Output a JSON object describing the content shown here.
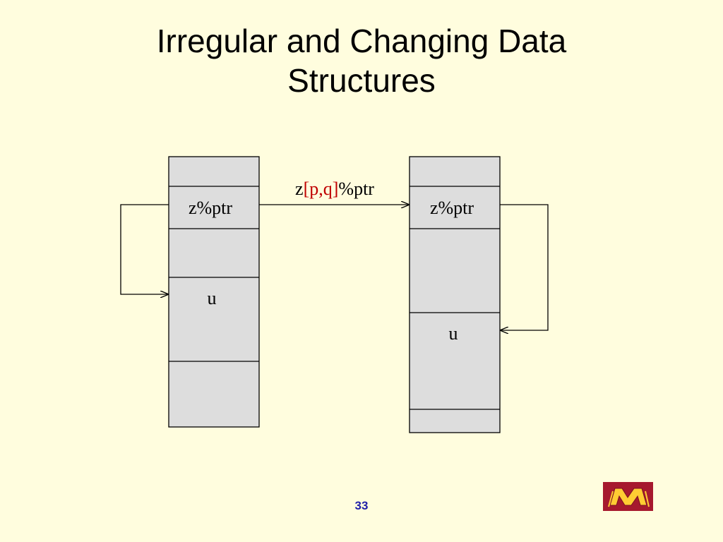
{
  "slide": {
    "title_line1": "Irregular and Changing Data",
    "title_line2": "Structures",
    "page_number": "33"
  },
  "diagram": {
    "left_block": {
      "pointer_label": "z%ptr",
      "target_label": "u"
    },
    "right_block": {
      "pointer_label": "z%ptr",
      "target_label": "u"
    },
    "expression": {
      "prefix": "z",
      "subscript": "[p,q]",
      "suffix": "%ptr"
    }
  },
  "colors": {
    "background": "#FFFDDE",
    "cell_fill": "#DDDDDD",
    "subscript": "#C00000",
    "page_number": "#1F1FA8",
    "logo_background": "#A6192E",
    "logo_mark": "#FFCC33"
  },
  "icons": {
    "logo": "university-m-logo"
  }
}
